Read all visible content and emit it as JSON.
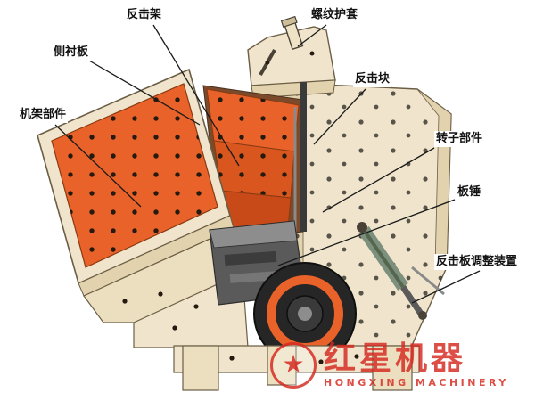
{
  "diagram": {
    "labels": [
      {
        "text": "反击架"
      },
      {
        "text": "螺纹护套"
      },
      {
        "text": "侧衬板"
      },
      {
        "text": "反击块"
      },
      {
        "text": "机架部件"
      },
      {
        "text": "转子部件"
      },
      {
        "text": "板锤"
      },
      {
        "text": "反击板调整装置"
      }
    ],
    "subject": "impact-crusher-cutaway"
  },
  "watermark": {
    "cn": "红星机器",
    "en": "HONGXING MACHINERY",
    "logo": "★"
  },
  "colors": {
    "body_cream": "#f0e5cc",
    "body_shade": "#e2d2ad",
    "interior_orange": "#e8622a",
    "interior_orange_dark": "#c84a18",
    "rotor_gray": "#5a5a5a",
    "flywheel_dark": "#262626",
    "brand_red": "#d5281e",
    "line_black": "#1a1a1a"
  }
}
